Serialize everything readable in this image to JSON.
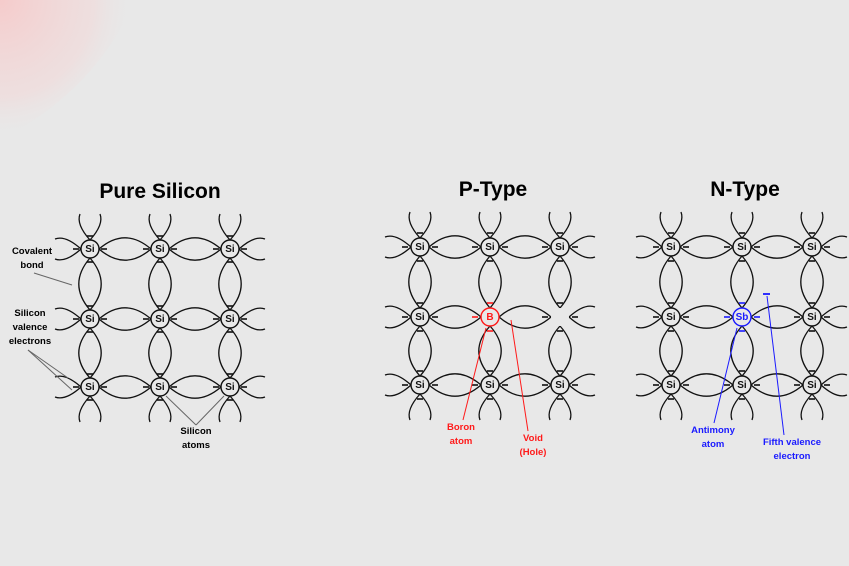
{
  "colors": {
    "background": "#e8e8e8",
    "ink": "#111111",
    "p_type": "#ff1a1a",
    "n_type": "#1a1aff",
    "corner_glow": "#f5cccc"
  },
  "panels": [
    {
      "key": "pure",
      "title": "Pure Silicon",
      "title_color": "#111111",
      "grid": [
        [
          "Si",
          "Si",
          "Si"
        ],
        [
          "Si",
          "Si",
          "Si"
        ],
        [
          "Si",
          "Si",
          "Si"
        ]
      ],
      "annotations": [
        {
          "key": "covalent",
          "lines": [
            "Covalent",
            "bond"
          ],
          "color": "#111111"
        },
        {
          "key": "valence",
          "lines": [
            "Silicon",
            "valence",
            "electrons"
          ],
          "color": "#111111"
        },
        {
          "key": "atoms",
          "lines": [
            "Silicon",
            "atoms"
          ],
          "color": "#111111"
        }
      ]
    },
    {
      "key": "ptype",
      "title": "P-Type",
      "title_color": "#ff1a1a",
      "grid": [
        [
          "Si",
          "Si",
          "Si"
        ],
        [
          "Si",
          "B",
          ""
        ],
        [
          "Si",
          "Si",
          "Si"
        ]
      ],
      "dopant": "B",
      "annotations": [
        {
          "key": "boron",
          "lines": [
            "Boron",
            "atom"
          ],
          "color": "#ff1a1a"
        },
        {
          "key": "void",
          "lines": [
            "Void",
            "(Hole)"
          ],
          "color": "#ff1a1a"
        }
      ]
    },
    {
      "key": "ntype",
      "title": "N-Type",
      "title_color": "#1a1aff",
      "grid": [
        [
          "Si",
          "Si",
          "Si"
        ],
        [
          "Si",
          "Sb",
          "Si"
        ],
        [
          "Si",
          "Si",
          "Si"
        ]
      ],
      "dopant": "Sb",
      "annotations": [
        {
          "key": "antimony",
          "lines": [
            "Antimony",
            "atom"
          ],
          "color": "#1a1aff"
        },
        {
          "key": "fifth",
          "lines": [
            "Fifth valence",
            "electron"
          ],
          "color": "#1a1aff"
        }
      ]
    }
  ]
}
